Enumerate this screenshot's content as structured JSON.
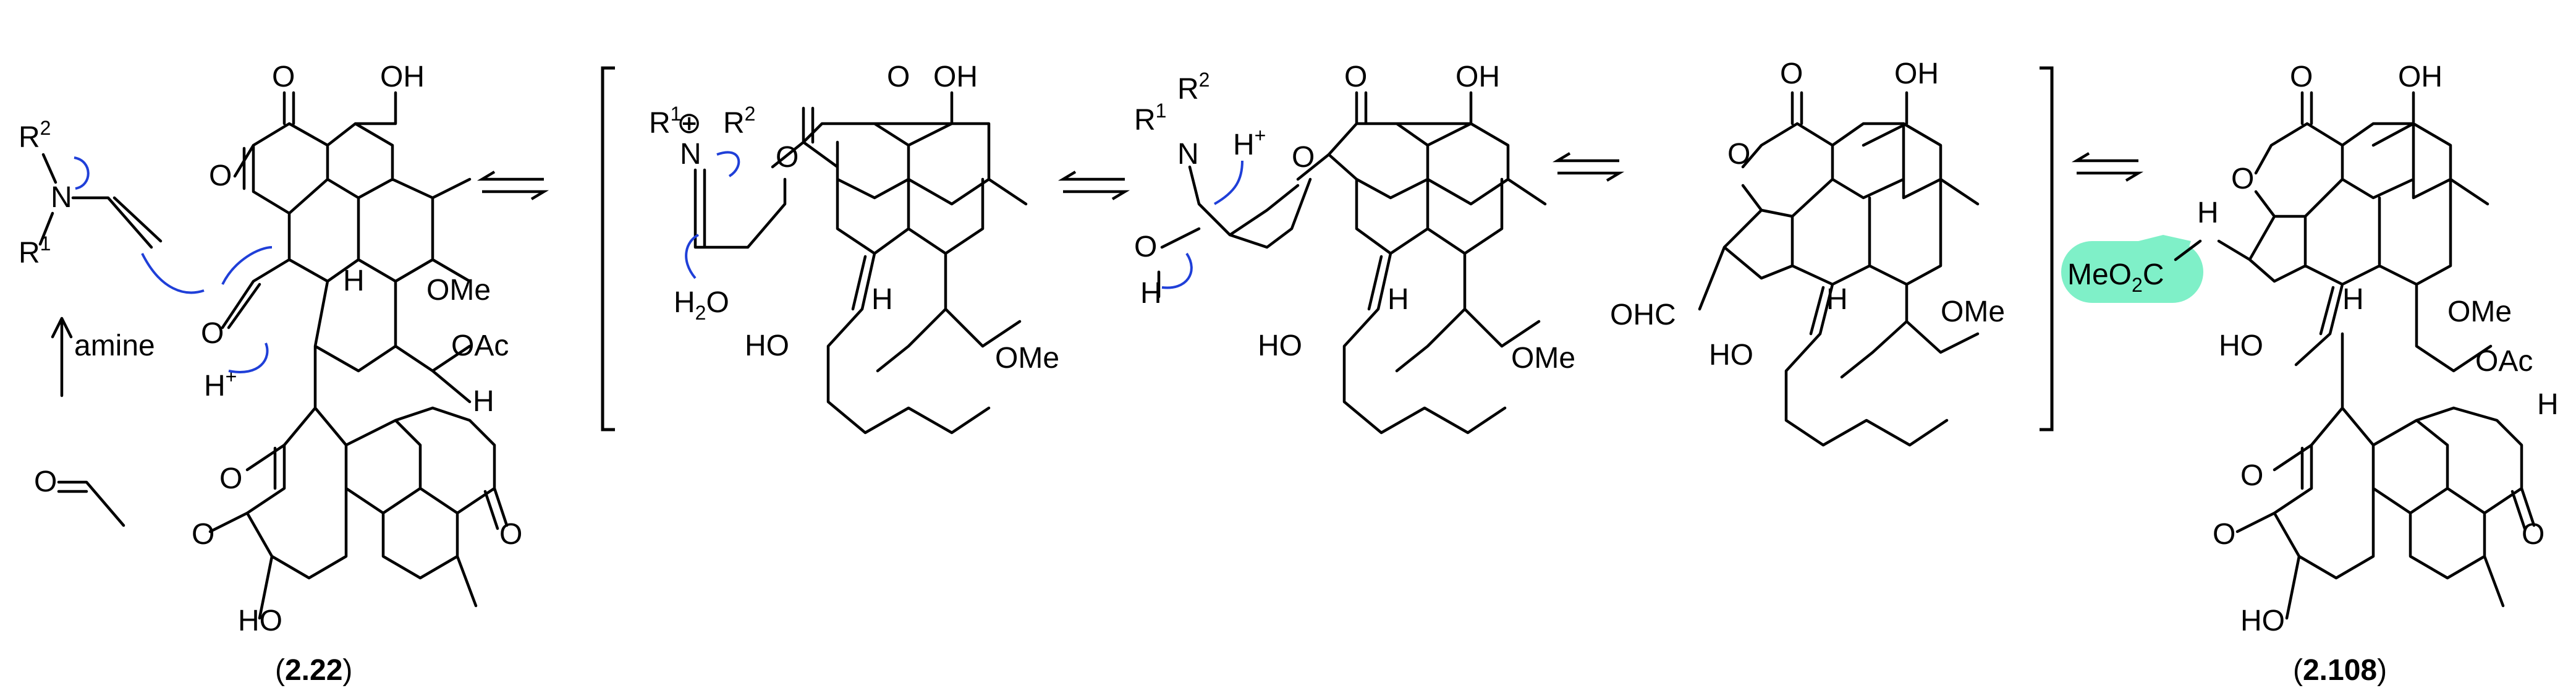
{
  "colors": {
    "ink": "#000000",
    "arrow": "#1f3fd8",
    "highlight": "#7ff0c8"
  },
  "reagent": {
    "r2": "R2",
    "n": "N",
    "r1": "R1",
    "amine": "amine"
  },
  "sm": {
    "oh": "OH",
    "o": "O",
    "h": "H",
    "ome": "OMe",
    "oac": "OAc",
    "hplus": "H+",
    "ho": "HO",
    "compound": "2.22"
  },
  "int1": {
    "r1": "R1",
    "r2": "R2",
    "n": "N",
    "plus": "⊕",
    "h2o": "H2O",
    "oh": "OH",
    "ho": "HO",
    "ome": "OMe",
    "o": "O",
    "h": "H"
  },
  "int2": {
    "r1": "R1",
    "r2": "R2",
    "n": "N",
    "hplus": "H+",
    "o": "O",
    "h": "H",
    "oh": "OH",
    "ho": "HO",
    "ome": "OMe"
  },
  "int3": {
    "ohc": "OHC",
    "oh": "OH",
    "ho": "HO",
    "ome": "OMe",
    "o": "O",
    "h": "H"
  },
  "product": {
    "meo2c": "MeO2C",
    "oh": "OH",
    "ho": "HO",
    "ome": "OMe",
    "oac": "OAc",
    "h": "H",
    "o": "O",
    "compound": "2.108"
  }
}
